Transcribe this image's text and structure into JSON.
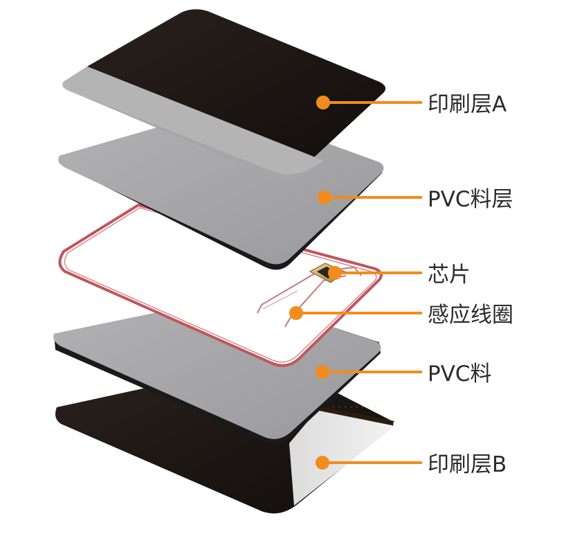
{
  "colors": {
    "accent": "#f28c1c",
    "label_text": "#2b2b2b",
    "print_layer": "#1c1512",
    "pvc_layer": "#a4a4a6",
    "coil": "#c0565c"
  },
  "layers": [
    {
      "label": "印刷层A"
    },
    {
      "label": "PVC料层"
    },
    {
      "label": "芯片"
    },
    {
      "label": "感应线圈"
    },
    {
      "label": "PVC料"
    },
    {
      "label": "印刷层B"
    }
  ]
}
